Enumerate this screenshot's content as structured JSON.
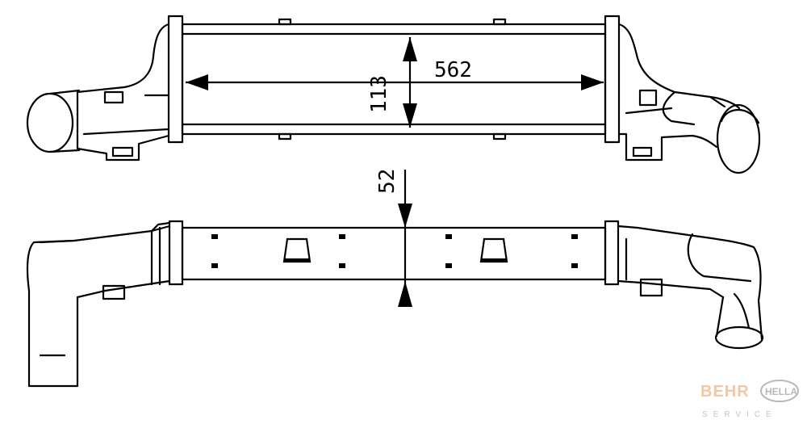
{
  "dimensions": {
    "width_label": "562",
    "height_label": "113",
    "depth_label": "52"
  },
  "branding": {
    "behr": "BEHR",
    "hella": "HELLA",
    "service": "SERVICE",
    "behr_color": "#f0c8a6",
    "hella_color": "#b8b8b8"
  }
}
